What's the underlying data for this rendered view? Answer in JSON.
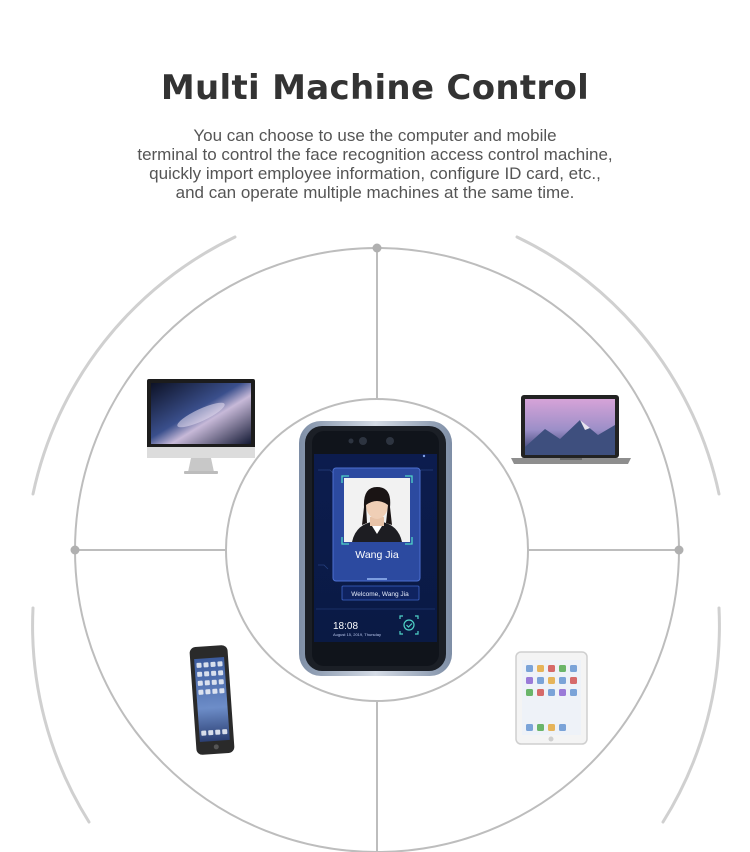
{
  "page": {
    "title": "Multi Machine Control",
    "description_lines": [
      "You can choose to use the computer and mobile",
      "terminal to control the face recognition access control machine,",
      "quickly import employee information, configure ID card, etc.,",
      "and can operate multiple machines at the same time."
    ]
  },
  "devices": [
    {
      "name": "desktop-computer",
      "icon": "imac-icon"
    },
    {
      "name": "laptop",
      "icon": "macbook-icon"
    },
    {
      "name": "smartphone",
      "icon": "iphone-icon"
    },
    {
      "name": "tablet",
      "icon": "ipad-icon"
    }
  ],
  "terminal": {
    "person_name": "Wang Jia",
    "welcome_text": "Welcome, Wang Jia",
    "time": "18:08",
    "date": "August 15, 2019, Thursday"
  },
  "colors": {
    "title": "#333333",
    "text": "#555555",
    "lines": "#bdbdbd",
    "screen_blue": "#2c4aa0"
  }
}
